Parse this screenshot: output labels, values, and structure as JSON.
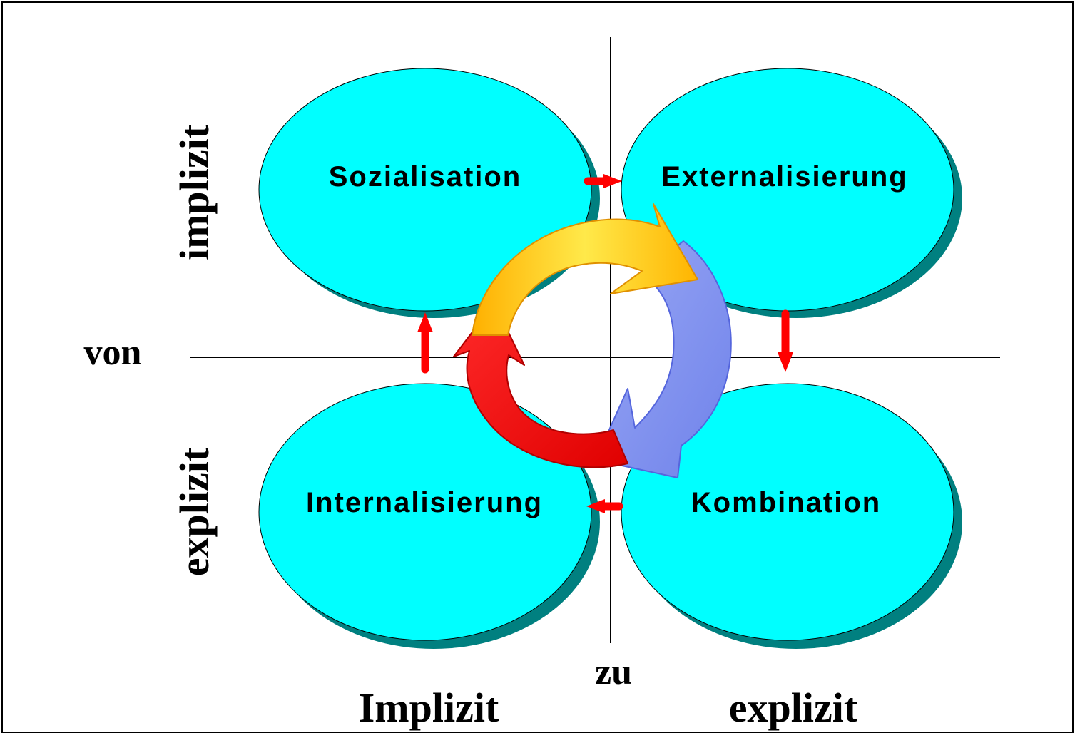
{
  "quadrants": {
    "top_left": "Sozialisation",
    "top_right": "Externalisierung",
    "bottom_left": "Internalisierung",
    "bottom_right": "Kombination"
  },
  "axis_labels": {
    "vertical_top": "implizit",
    "vertical_bottom": "explizit",
    "from": "von",
    "to": "zu",
    "horizontal_left": "Implizit",
    "horizontal_right": "explizit"
  },
  "colors": {
    "ellipse_fill": "#00ffff",
    "ellipse_shadow": "#008080",
    "small_arrow": "#ff0000",
    "cycle_yellow": "#ffd700",
    "cycle_blue": "#7b8ff0",
    "cycle_red": "#ff0000"
  }
}
